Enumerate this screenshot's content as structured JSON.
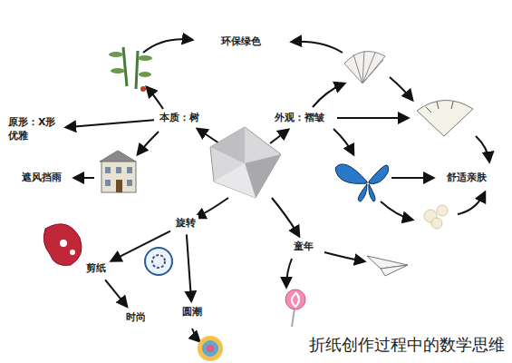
{
  "diagram": {
    "caption": "折纸创作过程中的数学思维",
    "nodes": [
      {
        "text": [
          "环保绿色"
        ]
      },
      {
        "text": [
          "本质：树"
        ]
      },
      {
        "text": [
          "外观：褶皱"
        ]
      },
      {
        "text": [
          "原形：X形 优雅"
        ]
      },
      {
        "text": [
          "遮风挡雨"
        ]
      },
      {
        "text": [
          "舒适亲肤"
        ]
      },
      {
        "text": [
          "旋转"
        ]
      },
      {
        "text": [
          "童年"
        ]
      },
      {
        "text": [
          "剪纸"
        ]
      },
      {
        "text": [
          "时尚"
        ]
      },
      {
        "text": [
          "圆潮"
        ]
      }
    ],
    "edges": [
      {
        "from": 1,
        "to": 3,
        "arrow": "to"
      },
      {
        "from": 6,
        "to": 8,
        "arrow": "to"
      },
      {
        "from": 8,
        "to": 9,
        "arrow": "to"
      },
      {
        "from": 6,
        "to": 10,
        "arrow": "to"
      }
    ]
  }
}
